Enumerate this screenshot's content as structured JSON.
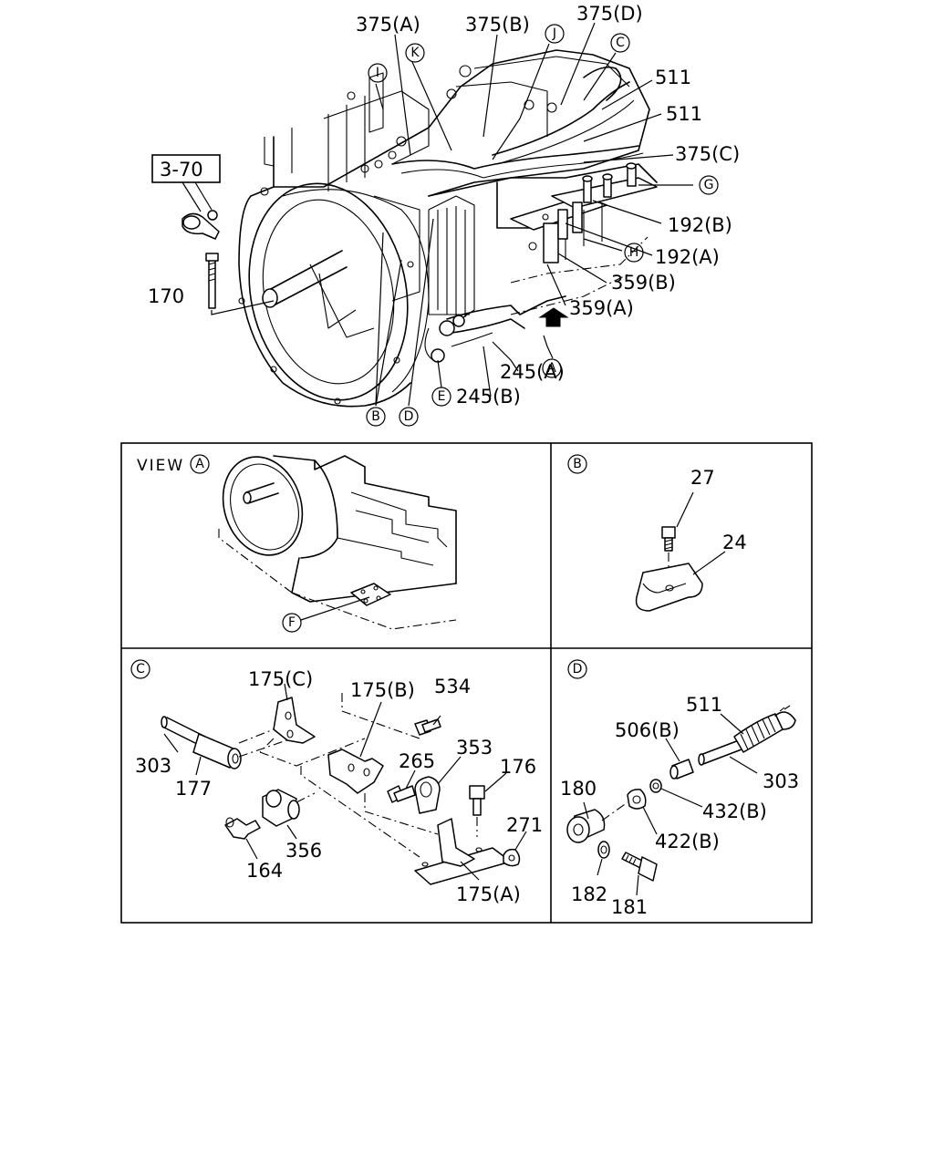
{
  "main": {
    "labels": {
      "l375a": "375(A)",
      "l375b": "375(B)",
      "l375d": "375(D)",
      "l511a": "511",
      "l511b": "511",
      "l375c": "375(C)",
      "l192b": "192(B)",
      "l192a": "192(A)",
      "l359b": "359(B)",
      "l359a": "359(A)",
      "l245a": "245(A)",
      "l245b": "245(B)",
      "l170": "170",
      "ref370": "3-70"
    },
    "callouts": {
      "k": "K",
      "j": "J",
      "c": "C",
      "i": "I",
      "g": "G",
      "h": "H",
      "a": "A",
      "e": "E",
      "b": "B",
      "d": "D"
    }
  },
  "panel_view_a": {
    "title": "VIEW",
    "title_callout": "A",
    "callout_f": "F"
  },
  "panel_b": {
    "callout": "B",
    "labels": {
      "l27": "27",
      "l24": "24"
    }
  },
  "panel_c": {
    "callout": "C",
    "labels": {
      "l175c": "175(C)",
      "l175b": "175(B)",
      "l534": "534",
      "l303": "303",
      "l177": "177",
      "l265": "265",
      "l353": "353",
      "l176": "176",
      "l271": "271",
      "l356": "356",
      "l164": "164",
      "l175a": "175(A)"
    }
  },
  "panel_d": {
    "callout": "D",
    "labels": {
      "l511": "511",
      "l506b": "506(B)",
      "l303": "303",
      "l180": "180",
      "l432b": "432(B)",
      "l422b": "422(B)",
      "l182": "182",
      "l181": "181"
    }
  }
}
